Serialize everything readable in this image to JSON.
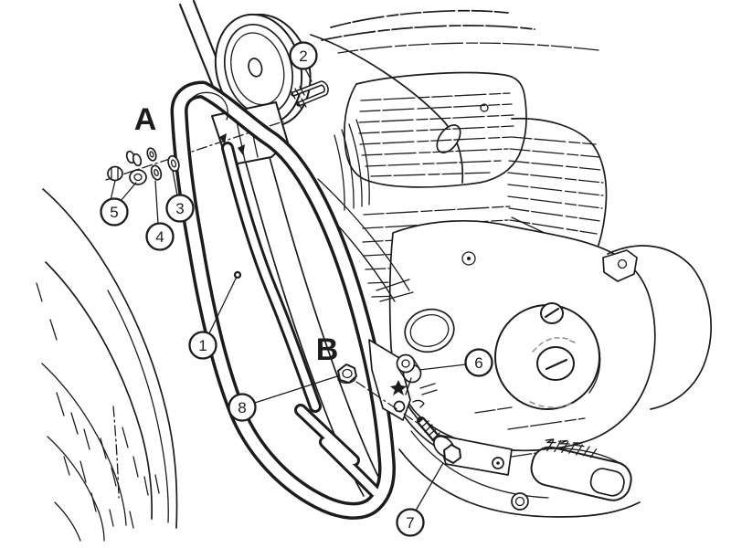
{
  "diagram": {
    "ink_color": "#1c1c1c",
    "paper_color": "#ffffff",
    "section_labels": {
      "a": "A",
      "b": "B"
    },
    "callouts": [
      {
        "id": "1",
        "number": "1"
      },
      {
        "id": "2",
        "number": "2"
      },
      {
        "id": "3",
        "number": "3"
      },
      {
        "id": "4",
        "number": "4"
      },
      {
        "id": "5",
        "number": "5"
      },
      {
        "id": "6",
        "number": "6"
      },
      {
        "id": "7",
        "number": "7"
      },
      {
        "id": "8",
        "number": "8"
      }
    ]
  }
}
